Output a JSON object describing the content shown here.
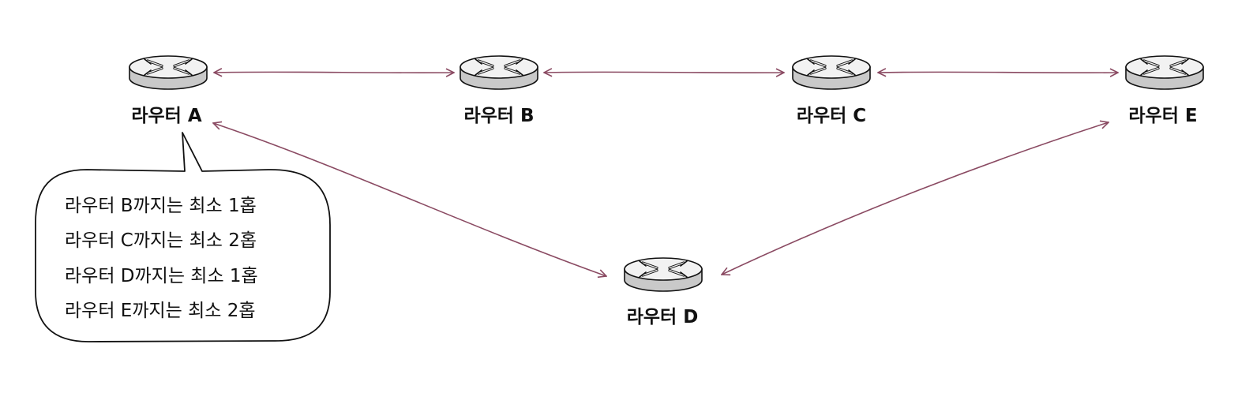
{
  "colors": {
    "link": "#8a4a62",
    "router_top": "#f2f2f2",
    "router_side": "#c9c9c9",
    "outline": "#111111",
    "bubble_fill": "#ffffff"
  },
  "routers": {
    "a": {
      "label": "라우터 A",
      "icon": "router-icon"
    },
    "b": {
      "label": "라우터 B",
      "icon": "router-icon"
    },
    "c": {
      "label": "라우터 C",
      "icon": "router-icon"
    },
    "d": {
      "label": "라우터 D",
      "icon": "router-icon"
    },
    "e": {
      "label": "라우터 E",
      "icon": "router-icon"
    }
  },
  "links": [
    {
      "from": "a",
      "to": "b",
      "arrows": "both"
    },
    {
      "from": "b",
      "to": "c",
      "arrows": "both"
    },
    {
      "from": "c",
      "to": "e",
      "arrows": "both"
    },
    {
      "from": "a",
      "to": "d",
      "arrows": "both"
    },
    {
      "from": "d",
      "to": "e",
      "arrows": "both"
    }
  ],
  "callout": {
    "attached_to": "a",
    "lines": [
      "라우터 B까지는 최소 1홉",
      "라우터 C까지는 최소 2홉",
      "라우터 D까지는 최소 1홉",
      "라우터 E까지는 최소 2홉"
    ]
  }
}
